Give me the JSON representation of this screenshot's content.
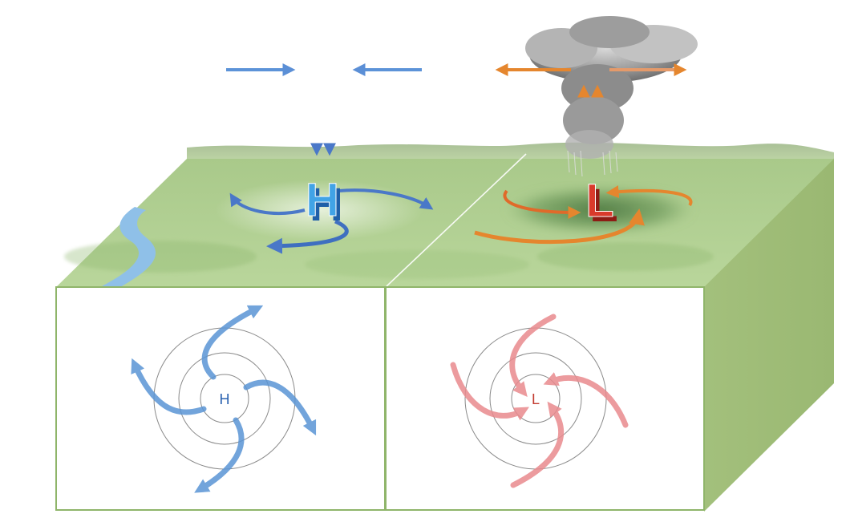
{
  "high_pressure": {
    "label": "H",
    "plan_label": "H",
    "color": "#3f8fd8",
    "arrow_color": "#4a78c8"
  },
  "low_pressure": {
    "label": "L",
    "plan_label": "L",
    "color": "#d93a2b",
    "arrow_color": "#e5862e"
  },
  "colors": {
    "ground": "#b6d48f",
    "box_side": "#a8c283",
    "box_front": "#ffffff",
    "box_outline": "#8fb56a",
    "river": "#8fc0e8",
    "isobar": "#8a8a8a"
  }
}
